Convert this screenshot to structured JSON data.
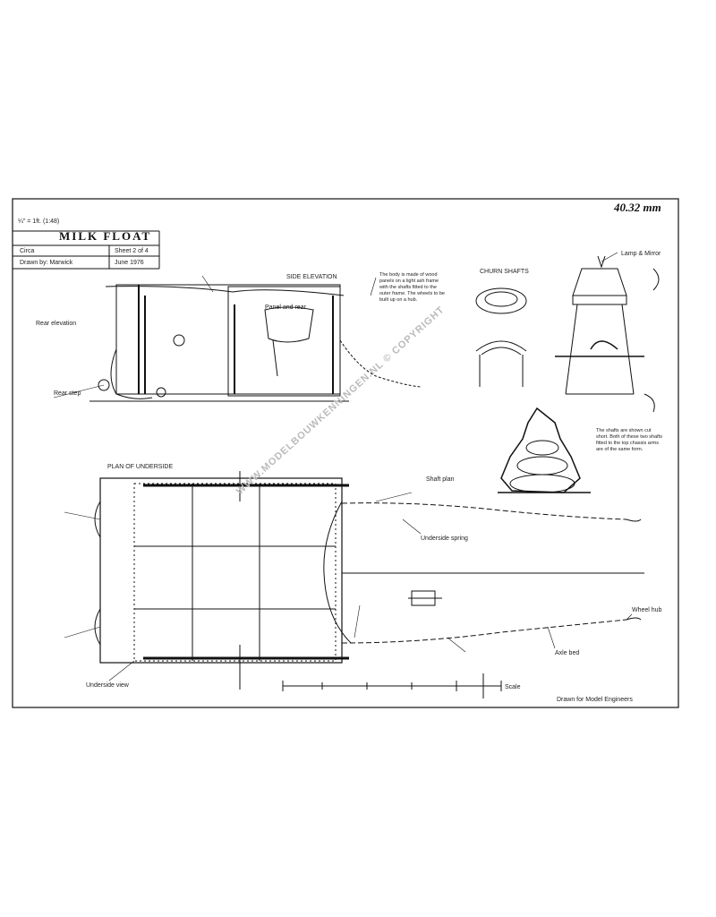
{
  "drawing": {
    "scale_note": "¼\" = 1ft. (1:48)",
    "title": "MILK  FLOAT",
    "ref_number": "40.32 mm",
    "watermark": "WWW.MODELBOUWKENNINGEN.NL © COPYRIGHT"
  },
  "title_block": {
    "row1_left": "Circa",
    "row1_right": "Sheet 2 of 4",
    "row2_left": "Drawn by: Marwick",
    "row2_right": "June 1976"
  },
  "labels": {
    "side_elevation": "SIDE ELEVATION",
    "plan_view": "PLAN OF UNDERSIDE",
    "churn_detail": "CHURN SHAFTS",
    "lamp_detail": "Lamp & Mirror",
    "body_note": "Panel and rear",
    "shaft_note": "Shaft plan",
    "rear_note": "Rear step",
    "spring_note": "Underside spring",
    "axle_note": "Axle bed",
    "wheel_note": "Wheel hub",
    "scale_label": "Scale",
    "footer_note": "Drawn for Model Engineers",
    "left_note": "Rear elevation",
    "bottom_left_note": "Underside view"
  },
  "notes": {
    "note_a": "The body is made of wood panels on a light ash frame with the shafts fitted to the outer frame. The wheels to be built up on a hub.",
    "note_b": "The shafts are shown cut short. Both of these two shafts fitted to the top chassis arms are of the same form."
  },
  "icons": {
    "title_block": "title-block-icon",
    "churn": "milk-churn-icon",
    "wheel": "wheel-icon",
    "lamp": "lamp-icon"
  }
}
